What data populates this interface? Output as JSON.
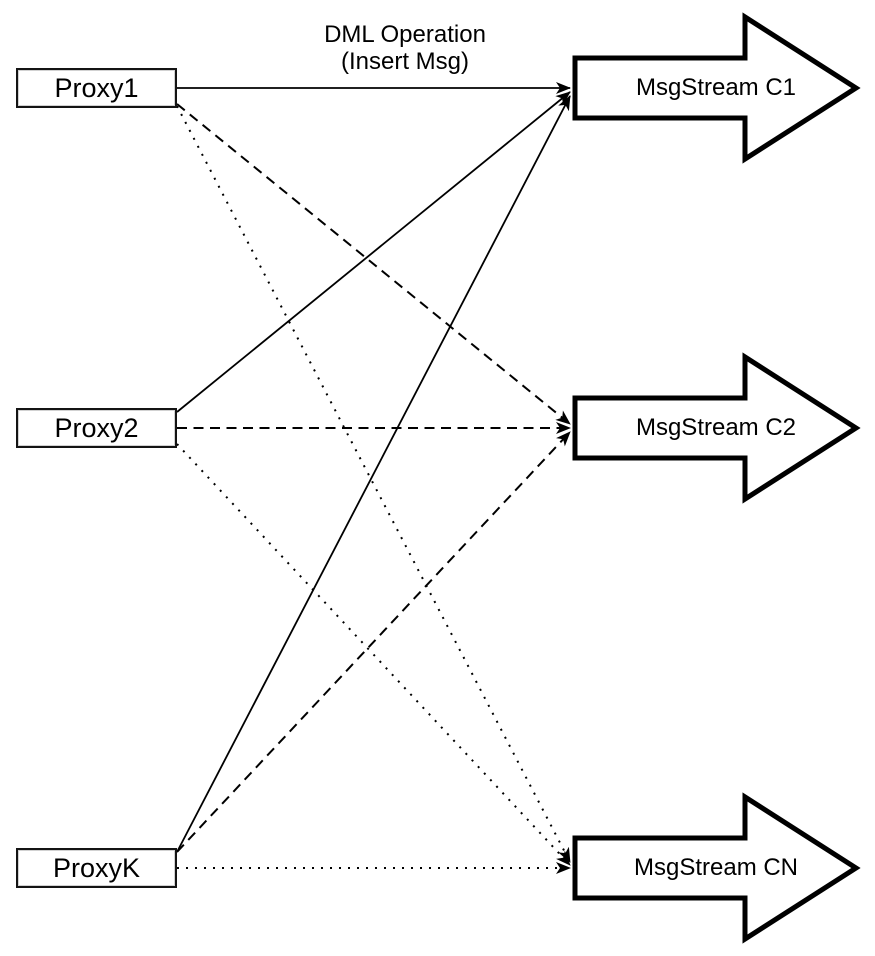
{
  "diagram": {
    "title": {
      "line1": "DML Operation",
      "line2": "(Insert Msg)"
    },
    "proxies": [
      {
        "id": "proxy1",
        "label": "Proxy1"
      },
      {
        "id": "proxy2",
        "label": "Proxy2"
      },
      {
        "id": "proxyk",
        "label": "ProxyK"
      }
    ],
    "streams": [
      {
        "id": "c1",
        "label": "MsgStream C1"
      },
      {
        "id": "c2",
        "label": "MsgStream C2"
      },
      {
        "id": "cn",
        "label": "MsgStream CN"
      }
    ],
    "edges": [
      {
        "from": "Proxy1",
        "to": "MsgStream C1",
        "style": "solid"
      },
      {
        "from": "Proxy2",
        "to": "MsgStream C1",
        "style": "solid"
      },
      {
        "from": "ProxyK",
        "to": "MsgStream C1",
        "style": "solid"
      },
      {
        "from": "Proxy1",
        "to": "MsgStream C2",
        "style": "dashed"
      },
      {
        "from": "Proxy2",
        "to": "MsgStream C2",
        "style": "dashed"
      },
      {
        "from": "ProxyK",
        "to": "MsgStream C2",
        "style": "dashed"
      },
      {
        "from": "Proxy1",
        "to": "MsgStream CN",
        "style": "dotted"
      },
      {
        "from": "Proxy2",
        "to": "MsgStream CN",
        "style": "dotted"
      },
      {
        "from": "ProxyK",
        "to": "MsgStream CN",
        "style": "dotted"
      }
    ],
    "colors": {
      "line": "#000000",
      "node_fill": "#ffffff",
      "background": "#ffffff"
    }
  }
}
